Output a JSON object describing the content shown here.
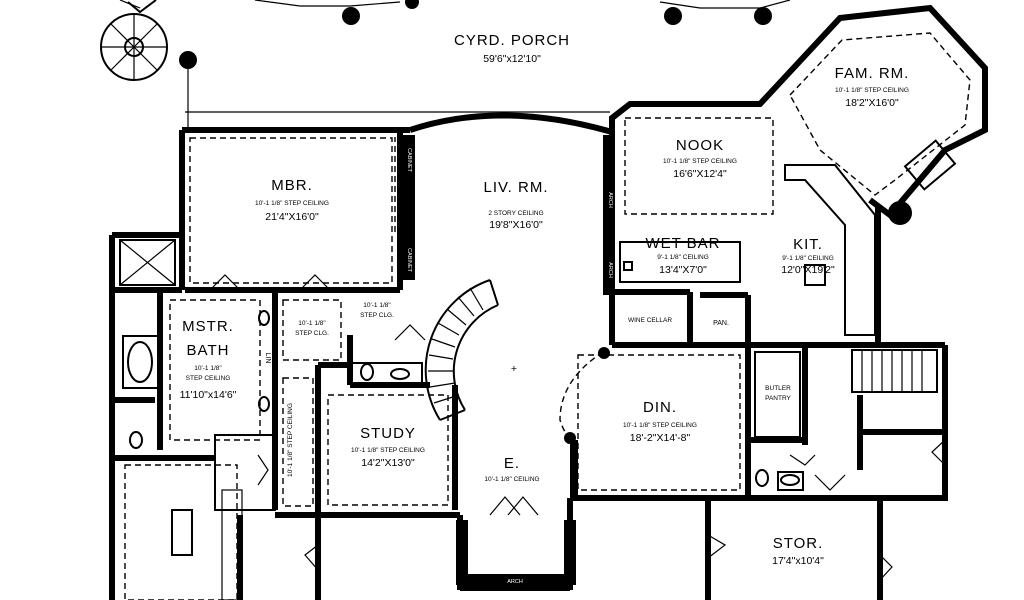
{
  "rooms": {
    "porch": {
      "name": "CYRD. PORCH",
      "dim": "59'6\"x12'10\""
    },
    "famrm": {
      "name": "FAM. RM.",
      "ceiling": "10'-1 1/8\" STEP CEILING",
      "dim": "18'2\"X16'0\""
    },
    "nook": {
      "name": "NOOK",
      "ceiling": "10'-1 1/8\" STEP CEILING",
      "dim": "16'6\"X12'4\""
    },
    "mbr": {
      "name": "MBR.",
      "ceiling": "10'-1 1/8\" STEP CEILING",
      "dim": "21'4\"X16'0\""
    },
    "livrm": {
      "name": "LIV. RM.",
      "ceiling": "2 STORY CEILING",
      "dim": "19'8\"X16'0\""
    },
    "wetbar": {
      "name": "WET BAR",
      "ceiling": "9'-1 1/8\" CEILING",
      "dim": "13'4\"X7'0\""
    },
    "kit": {
      "name": "KIT.",
      "ceiling": "9'-1 1/8\" CEILING",
      "dim": "12'0\"X19'2\""
    },
    "mstrbath": {
      "name1": "MSTR.",
      "name2": "BATH",
      "ceiling1": "10'-1 1/8\"",
      "ceiling2": "STEP CEILING",
      "dim": "11'10\"x14'6\""
    },
    "clg1": {
      "line1": "10'-1 1/8\"",
      "line2": "STEP CLG."
    },
    "clg2": {
      "line1": "10'-1 1/8\"",
      "line2": "STEP CLG."
    },
    "study": {
      "name": "STUDY",
      "ceiling": "10'-1 1/8\" STEP CEILING",
      "dim": "14'2\"X13'0\""
    },
    "din": {
      "name": "DIN.",
      "ceiling": "10'-1 1/8\" STEP CEILING",
      "dim": "18'-2\"X14'-8\""
    },
    "entry": {
      "name": "E.",
      "ceiling": "10'-1 1/8\" CEILING"
    },
    "stor": {
      "name": "STOR.",
      "dim": "17'4\"x10'4\""
    },
    "winecellar": {
      "name": "WINE CELLAR"
    },
    "pan": {
      "name": "PAN."
    },
    "butler": {
      "name1": "BUTLER",
      "name2": "PANTRY"
    }
  },
  "labels": {
    "cabinet": "CABINET",
    "arch": "ARCH",
    "lin": "LIN",
    "closet_ceiling": "10'-1 1/8\" STEP CEILING"
  }
}
